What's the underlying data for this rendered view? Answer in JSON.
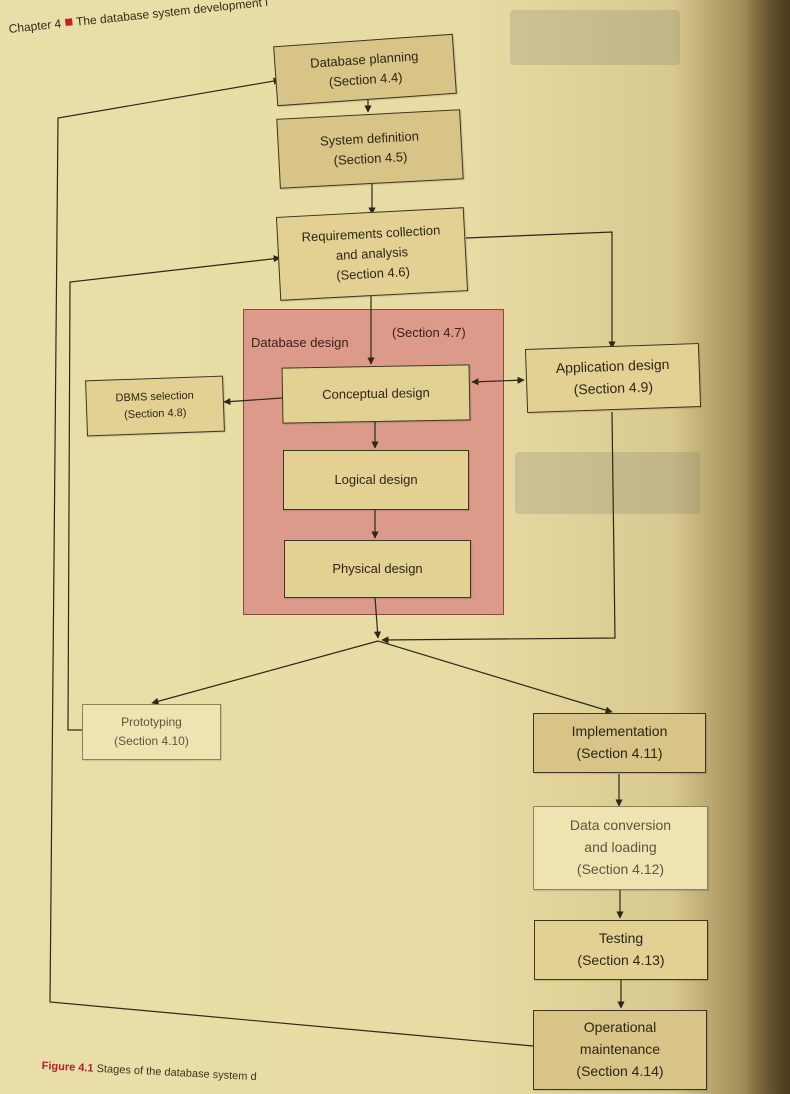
{
  "header": {
    "chapter": "Chapter 4",
    "title": "The database system development l"
  },
  "region": {
    "label": "Database design",
    "section": "(Section 4.7)"
  },
  "boxes": {
    "planning": "Database planning\n(Section 4.4)",
    "sysdef": "System definition\n(Section 4.5)",
    "requirements": "Requirements collection\nand analysis\n(Section 4.6)",
    "conceptual": "Conceptual design",
    "logical": "Logical design",
    "physical": "Physical design",
    "dbms": "DBMS selection\n(Section 4.8)",
    "application": "Application design\n(Section 4.9)",
    "prototyping": "Prototyping\n(Section 4.10)",
    "implementation": "Implementation\n(Section 4.11)",
    "conversion": "Data conversion\nand loading\n(Section 4.12)",
    "testing": "Testing\n(Section 4.13)",
    "maintenance": "Operational\nmaintenance\n(Section 4.14)"
  },
  "caption": {
    "figure": "Figure 4.1",
    "text": "Stages of the database system d"
  },
  "colors": {
    "box_fill": "#e3d194",
    "region_fill": "#dc9a8a",
    "figure_label": "#b3202a"
  }
}
